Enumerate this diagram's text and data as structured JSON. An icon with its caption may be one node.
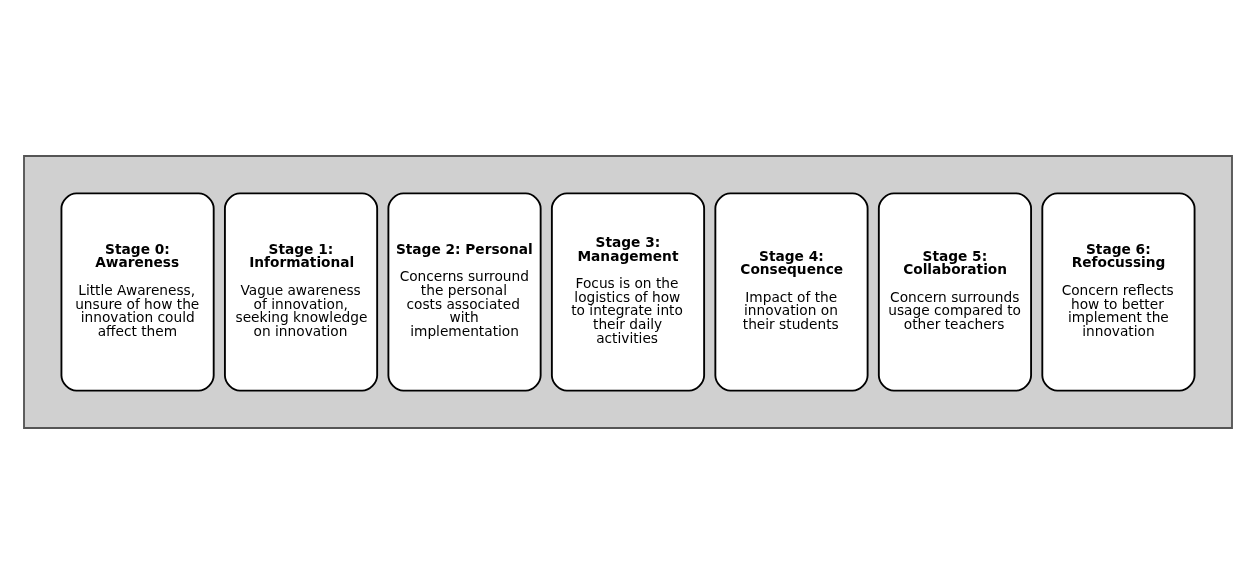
{
  "diagram": {
    "nodes": [
      {
        "text": [],
        "shape": "arrow"
      },
      {
        "text": [
          "Stage 0: Awareness",
          "Little Awareness, unsure of how the innovation could affect them"
        ],
        "in": 0
      },
      {
        "text": [
          "Stage 1: Informational",
          "Vague awareness of innovation, seeking knowledge on innovation"
        ],
        "in": 0
      },
      {
        "text": [
          "Stage 2: Personal",
          "Concerns surround the personal costs associated with implementation"
        ],
        "in": 0
      },
      {
        "text": [
          "Stage 3: Management",
          "Focus is on the logistics of how to integrate into their daily activities"
        ],
        "in": 0
      },
      {
        "text": [
          "Stage 4: Consequence",
          "Impact of the innovation on their students"
        ],
        "in": 0
      },
      {
        "text": [
          "Stage 5: Collaboration",
          "Concern surrounds usage compared to other teachers"
        ],
        "in": 0
      },
      {
        "text": [
          "Stage 6: Refocussing",
          "Concern reflects how to better implement the innovation"
        ],
        "in": 0
      }
    ]
  }
}
